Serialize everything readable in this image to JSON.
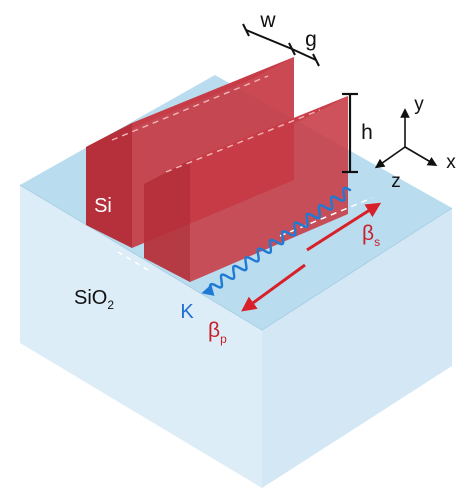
{
  "labels": {
    "w": "w",
    "g": "g",
    "h": "h",
    "si": "Si",
    "sio2_base": "SiO",
    "sio2_sub": "2",
    "k": "K",
    "beta_s_base": "β",
    "beta_s_sub": "s",
    "beta_p_base": "β",
    "beta_p_sub": "p",
    "axis_x": "x",
    "axis_y": "y",
    "axis_z": "z"
  },
  "colors": {
    "substrate_top": "#b9dcef",
    "substrate_front": "#dcedf7",
    "substrate_side": "#d3e8f4",
    "waveguide_front": "#b5303a",
    "waveguide_side": "#c63a44",
    "waveguide_top": "#d24a52",
    "acoustic_wave": "#1f7ad6",
    "optical_arrow": "#d8202a",
    "label_blue": "#1f6fd0",
    "label_red": "#c8202a"
  }
}
